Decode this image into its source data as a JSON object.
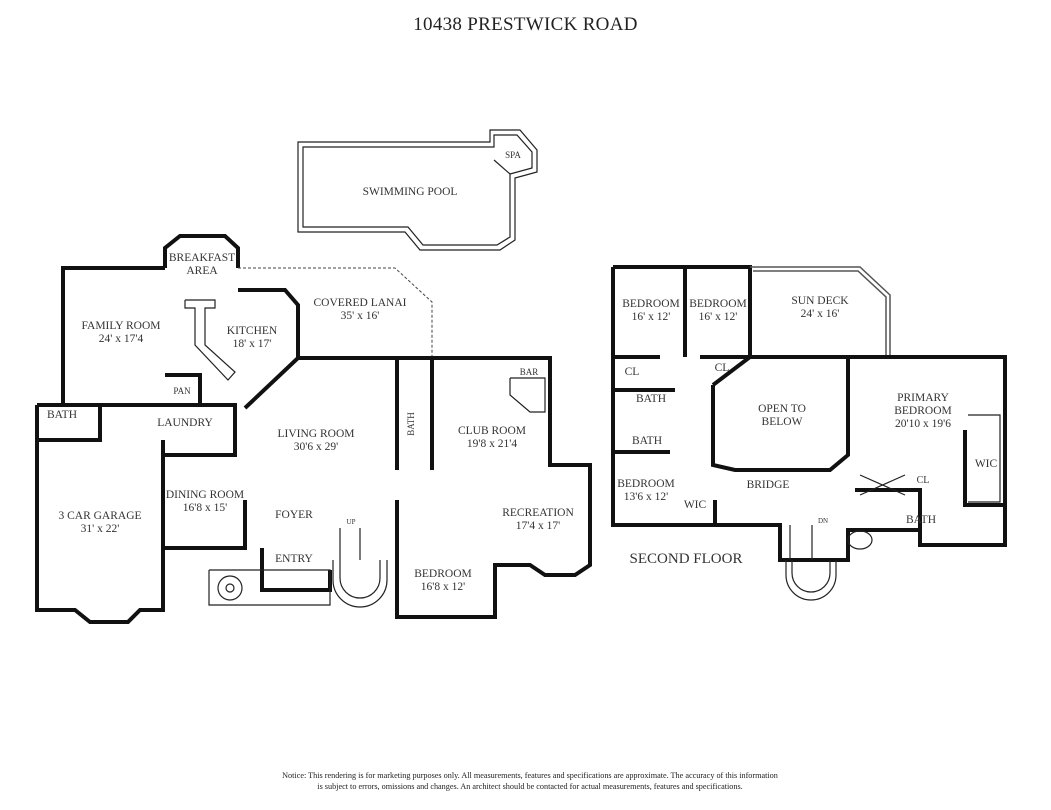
{
  "title": "10438 PRESTWICK ROAD",
  "first_floor": {
    "pool": {
      "name": "SWIMMING POOL"
    },
    "spa": {
      "name": "SPA"
    },
    "breakfast": {
      "name1": "BREAKFAST",
      "name2": "AREA"
    },
    "family_room": {
      "name": "FAMILY ROOM",
      "dim": "24' x 17'4"
    },
    "kitchen": {
      "name": "KITCHEN",
      "dim": "18' x 17'"
    },
    "lanai": {
      "name": "COVERED LANAI",
      "dim": "35' x 16'"
    },
    "pantry": {
      "name": "PAN"
    },
    "bath_garage": {
      "name": "BATH"
    },
    "laundry": {
      "name": "LAUNDRY"
    },
    "living_room": {
      "name": "LIVING ROOM",
      "dim": "30'6 x 29'"
    },
    "bath_living": {
      "name": "BATH"
    },
    "club_room": {
      "name": "CLUB ROOM",
      "dim": "19'8 x 21'4"
    },
    "bar": {
      "name": "BAR"
    },
    "garage": {
      "name": "3 CAR GARAGE",
      "dim": "31' x 22'"
    },
    "dining_room": {
      "name": "DINING ROOM",
      "dim": "16'8 x 15'"
    },
    "foyer": {
      "name": "FOYER"
    },
    "entry": {
      "name": "ENTRY"
    },
    "stair_up": {
      "name": "UP"
    },
    "recreation": {
      "name": "RECREATION",
      "dim": "17'4 x 17'"
    },
    "bedroom": {
      "name": "BEDROOM",
      "dim": "16'8 x 12'"
    }
  },
  "second_floor": {
    "label": "SECOND FLOOR",
    "bedroom1": {
      "name": "BEDROOM",
      "dim": "16' x 12'"
    },
    "bedroom2": {
      "name": "BEDROOM",
      "dim": "16' x 12'"
    },
    "sun_deck": {
      "name": "SUN DECK",
      "dim": "24' x 16'"
    },
    "cl1": {
      "name": "CL"
    },
    "cl2": {
      "name": "CL"
    },
    "cl3": {
      "name": "CL"
    },
    "bath1": {
      "name": "BATH"
    },
    "bath2": {
      "name": "BATH"
    },
    "open_below": {
      "name1": "OPEN TO",
      "name2": "BELOW"
    },
    "primary": {
      "name1": "PRIMARY",
      "name2": "BEDROOM",
      "dim": "20'10 x 19'6"
    },
    "wic1": {
      "name": "WIC"
    },
    "wic2": {
      "name": "WIC"
    },
    "bedroom3": {
      "name": "BEDROOM",
      "dim": "13'6 x 12'"
    },
    "bridge": {
      "name": "BRIDGE"
    },
    "stair_dn": {
      "name": "DN"
    },
    "primary_bath": {
      "name": "BATH"
    }
  },
  "notice": {
    "line1": "Notice: This rendering is for marketing purposes only. All measurements, features and specifications are approximate. The accuracy of this information",
    "line2": "is subject to errors, omissions and changes. An architect should be contacted for actual measurements, features and specifications."
  }
}
